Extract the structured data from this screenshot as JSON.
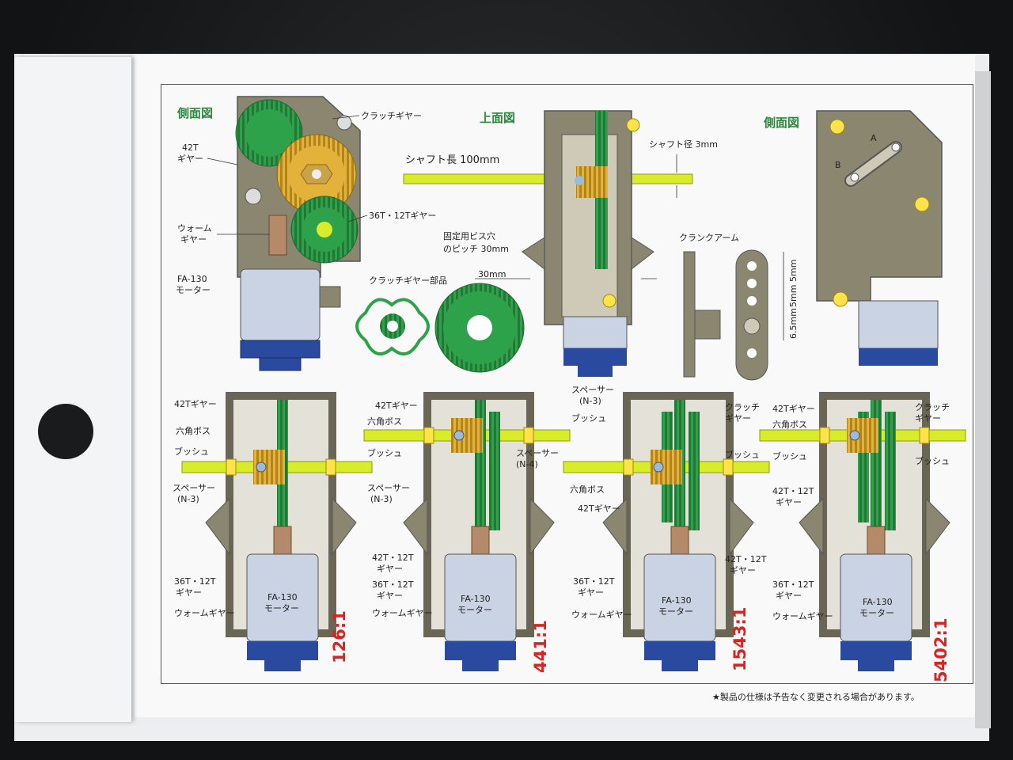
{
  "titles": {
    "side_left": "側面図",
    "top": "上面図",
    "side_right": "側面図"
  },
  "side_view_labels": {
    "clutch_gear": "クラッチギヤー",
    "gear_42t_l1": "42T",
    "gear_42t_l2": "ギヤー",
    "worm_l1": "ウォーム",
    "worm_l2": "ギヤー",
    "motor_l1": "FA-130",
    "motor_l2": "モーター",
    "gear_36t12t": "36T・12Tギヤー",
    "clutch_parts": "クラッチギヤー部品"
  },
  "top_view_labels": {
    "shaft_length": "シャフト長 100mm",
    "shaft_diameter": "シャフト径 3mm",
    "pitch_l1": "固定用ビス穴",
    "pitch_l2": "のピッチ 30mm",
    "dim_30": "30mm",
    "crank_arm": "クランクアーム",
    "dim_5a": "5mm",
    "dim_5b": "5mm",
    "dim_65": "6.5mm"
  },
  "right_view_labels": {
    "a": "A",
    "b": "B"
  },
  "configs": [
    {
      "ratio": "126:1",
      "labels": [
        "42Tギヤー",
        "六角ボス",
        "ブッシュ",
        "スペーサー",
        "(N-3)",
        "36T・12T",
        "ギヤー",
        "ウォームギヤー"
      ],
      "motor_l1": "FA-130",
      "motor_l2": "モーター"
    },
    {
      "ratio": "441:1",
      "labels": [
        "42Tギヤー",
        "六角ボス",
        "ブッシュ",
        "スペーサー",
        "(N-4)",
        "スペーサー",
        "(N-3)",
        "42T・12T",
        "ギヤー",
        "36T・12T",
        "ギヤー",
        "ウォームギヤー"
      ],
      "motor_l1": "FA-130",
      "motor_l2": "モーター"
    },
    {
      "ratio": "1543:1",
      "labels": [
        "スペーサー",
        "(N-3)",
        "ブッシュ",
        "クラッチ",
        "ギヤー",
        "ブッシュ",
        "六角ボス",
        "42Tギヤー",
        "42T・12T",
        "ギヤー",
        "36T・12T",
        "ギヤー",
        "ウォームギヤー"
      ],
      "motor_l1": "FA-130",
      "motor_l2": "モーター"
    },
    {
      "ratio": "5402:1",
      "labels": [
        "42Tギヤー",
        "六角ボス",
        "クラッチ",
        "ギヤー",
        "ブッシュ",
        "ブッシュ",
        "42T・12T",
        "ギヤー",
        "36T・12T",
        "ギヤー",
        "ウォームギヤー"
      ],
      "motor_l1": "FA-130",
      "motor_l2": "モーター"
    }
  ],
  "footnote": "★製品の仕様は予告なく変更される場合があります。",
  "colors": {
    "title_green": "#2b8a3e",
    "ratio_red": "#dd2222",
    "gear_green": "#2ea24a",
    "gear_yellow": "#e2b23a",
    "shaft": "#d8ec2a",
    "gearbox": "#8a8670",
    "motor_blue": "#2a4aa0"
  }
}
